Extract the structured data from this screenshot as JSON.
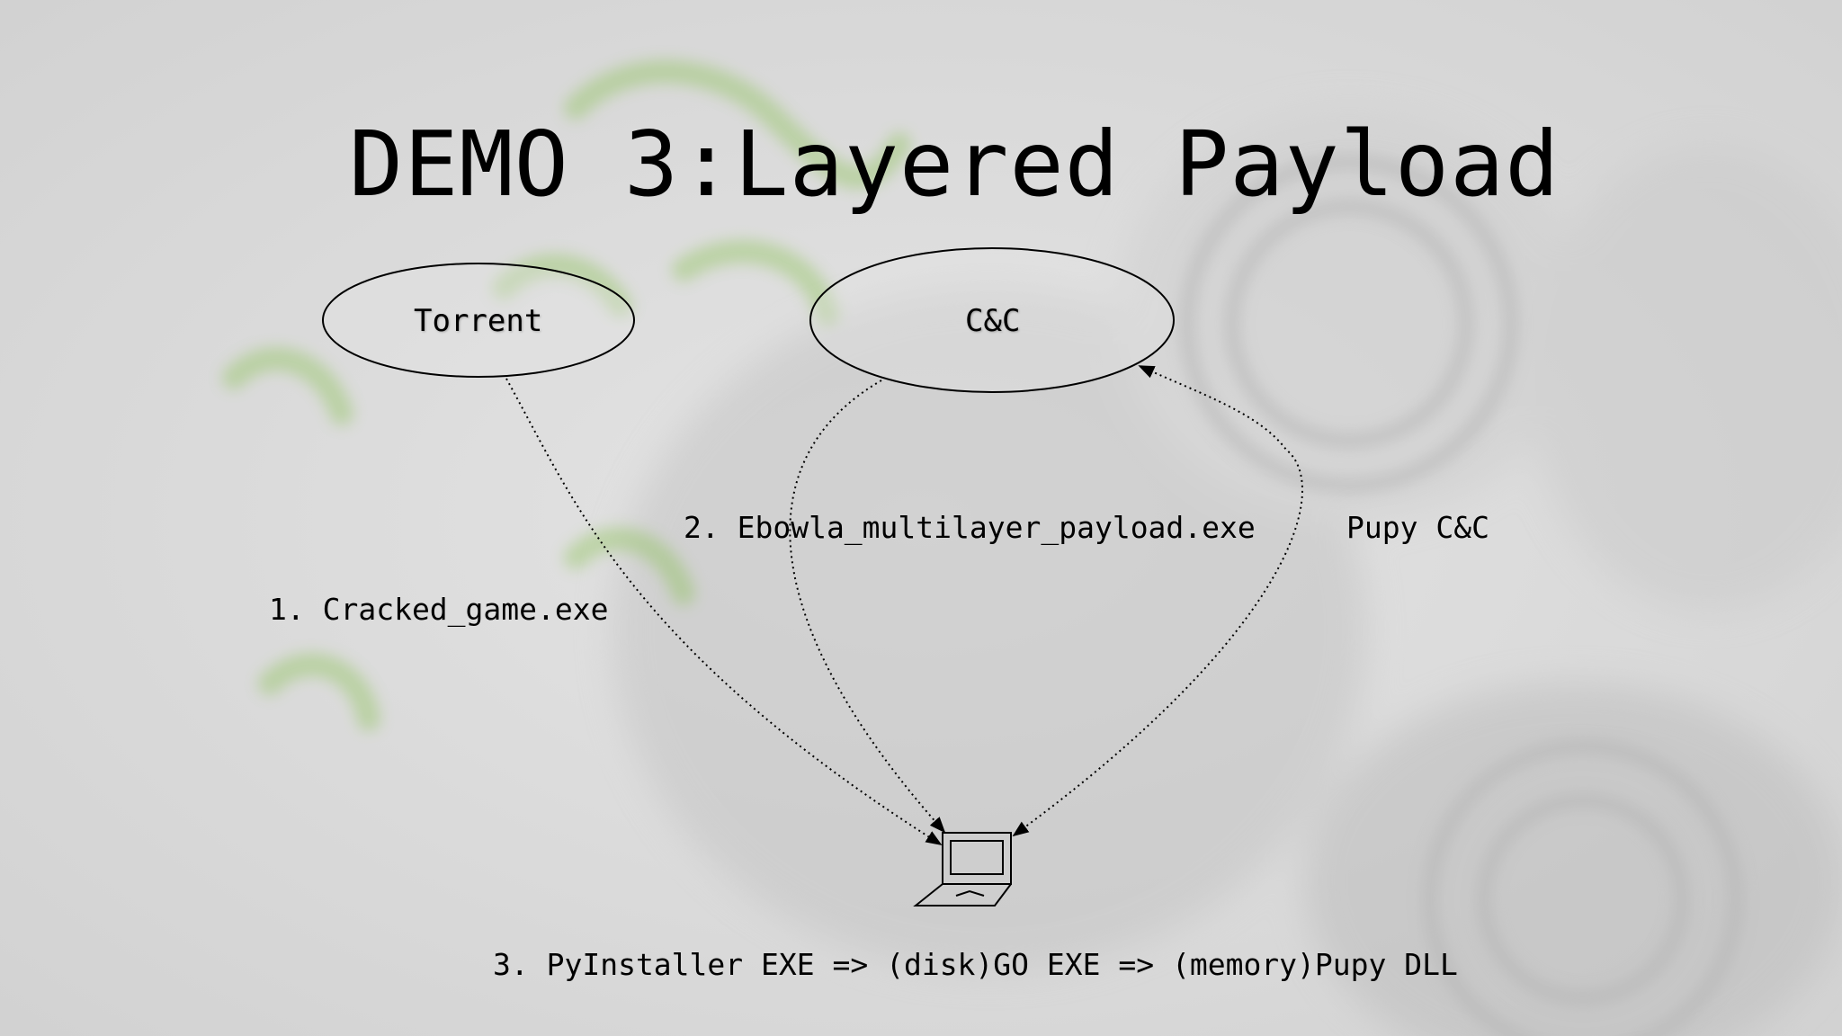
{
  "title": "DEMO 3:Layered Payload",
  "nodes": {
    "torrent": "Torrent",
    "cnc": "C&C",
    "victim": "laptop-icon"
  },
  "edges": {
    "torrent_to_victim": "1. Cracked_game.exe",
    "cnc_to_victim": "2. Ebowla_multilayer_payload.exe",
    "victim_to_cnc": "Pupy C&C"
  },
  "footer": "3. PyInstaller EXE => (disk)GO EXE => (memory)Pupy DLL",
  "colors": {
    "background": "#dcdcdc",
    "accent_green": "#7fbf3f",
    "line": "#000000"
  }
}
